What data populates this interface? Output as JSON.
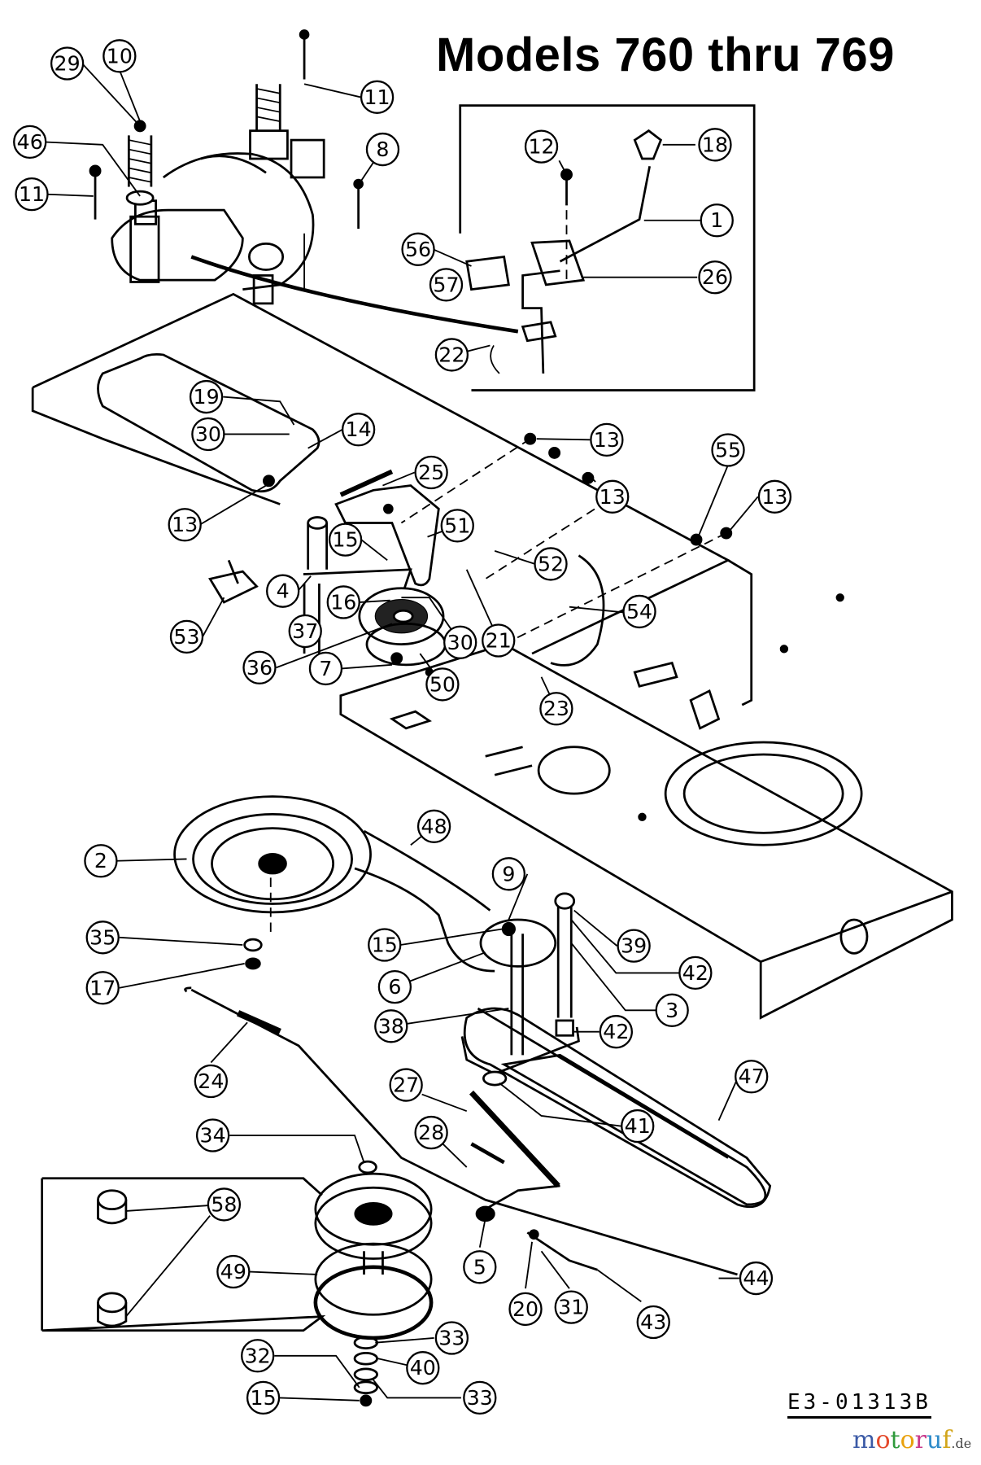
{
  "title": "Models 760 thru 769",
  "drawing_code": "E3-01313B",
  "watermark": {
    "letters": [
      "m",
      "o",
      "t",
      "o",
      "r",
      "u",
      "f"
    ],
    "tld": ".de"
  },
  "callouts": [
    {
      "id": "c1",
      "label": "1"
    },
    {
      "id": "c2",
      "label": "2"
    },
    {
      "id": "c3",
      "label": "3"
    },
    {
      "id": "c4",
      "label": "4"
    },
    {
      "id": "c5",
      "label": "5"
    },
    {
      "id": "c6",
      "label": "6"
    },
    {
      "id": "c7",
      "label": "7"
    },
    {
      "id": "c8",
      "label": "8"
    },
    {
      "id": "c9",
      "label": "9"
    },
    {
      "id": "c10",
      "label": "10"
    },
    {
      "id": "c11a",
      "label": "11"
    },
    {
      "id": "c11b",
      "label": "11"
    },
    {
      "id": "c12",
      "label": "12"
    },
    {
      "id": "c13a",
      "label": "13"
    },
    {
      "id": "c13b",
      "label": "13"
    },
    {
      "id": "c13c",
      "label": "13"
    },
    {
      "id": "c13d",
      "label": "13"
    },
    {
      "id": "c14",
      "label": "14"
    },
    {
      "id": "c15a",
      "label": "15"
    },
    {
      "id": "c15b",
      "label": "15"
    },
    {
      "id": "c15c",
      "label": "15"
    },
    {
      "id": "c16",
      "label": "16"
    },
    {
      "id": "c17",
      "label": "17"
    },
    {
      "id": "c18",
      "label": "18"
    },
    {
      "id": "c19",
      "label": "19"
    },
    {
      "id": "c20",
      "label": "20"
    },
    {
      "id": "c21",
      "label": "21"
    },
    {
      "id": "c22",
      "label": "22"
    },
    {
      "id": "c23",
      "label": "23"
    },
    {
      "id": "c24",
      "label": "24"
    },
    {
      "id": "c25",
      "label": "25"
    },
    {
      "id": "c26",
      "label": "26"
    },
    {
      "id": "c27",
      "label": "27"
    },
    {
      "id": "c28",
      "label": "28"
    },
    {
      "id": "c29",
      "label": "29"
    },
    {
      "id": "c30a",
      "label": "30"
    },
    {
      "id": "c30b",
      "label": "30"
    },
    {
      "id": "c31",
      "label": "31"
    },
    {
      "id": "c32",
      "label": "32"
    },
    {
      "id": "c33a",
      "label": "33"
    },
    {
      "id": "c33b",
      "label": "33"
    },
    {
      "id": "c34",
      "label": "34"
    },
    {
      "id": "c35",
      "label": "35"
    },
    {
      "id": "c36",
      "label": "36"
    },
    {
      "id": "c37",
      "label": "37"
    },
    {
      "id": "c38",
      "label": "38"
    },
    {
      "id": "c39",
      "label": "39"
    },
    {
      "id": "c40",
      "label": "40"
    },
    {
      "id": "c41",
      "label": "41"
    },
    {
      "id": "c42a",
      "label": "42"
    },
    {
      "id": "c42b",
      "label": "42"
    },
    {
      "id": "c43",
      "label": "43"
    },
    {
      "id": "c44",
      "label": "44"
    },
    {
      "id": "c46",
      "label": "46"
    },
    {
      "id": "c47",
      "label": "47"
    },
    {
      "id": "c48",
      "label": "48"
    },
    {
      "id": "c49",
      "label": "49"
    },
    {
      "id": "c50",
      "label": "50"
    },
    {
      "id": "c51",
      "label": "51"
    },
    {
      "id": "c52",
      "label": "52"
    },
    {
      "id": "c53",
      "label": "53"
    },
    {
      "id": "c54",
      "label": "54"
    },
    {
      "id": "c55",
      "label": "55"
    },
    {
      "id": "c56",
      "label": "56"
    },
    {
      "id": "c57",
      "label": "57"
    },
    {
      "id": "c58",
      "label": "58"
    }
  ]
}
